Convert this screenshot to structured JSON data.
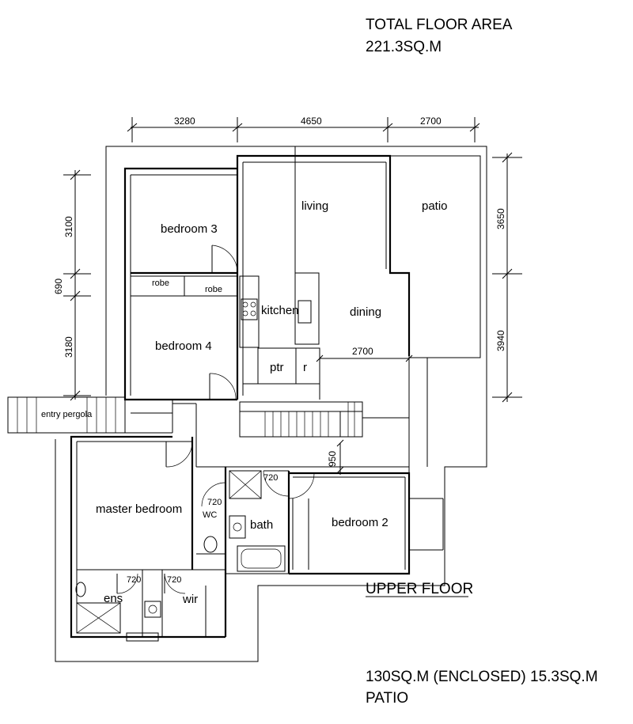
{
  "header": {
    "area_title": "TOTAL FLOOR AREA",
    "area_value": "221.3SQ.M"
  },
  "dimensions": {
    "top": [
      "3280",
      "4650",
      "2700"
    ],
    "left": [
      "3100",
      "690",
      "3180"
    ],
    "right": [
      "3650",
      "3940"
    ],
    "inner_dining": "2700",
    "inner_hall": "950",
    "door_widths": [
      "720",
      "720",
      "720",
      "720"
    ]
  },
  "rooms": {
    "bedroom3": "bedroom 3",
    "living": "living",
    "patio": "patio",
    "robe1": "robe",
    "robe2": "robe",
    "kitchen": "kitchen",
    "dining": "dining",
    "bedroom4": "bedroom 4",
    "ptr": "ptr",
    "r": "r",
    "entry": "entry pergola",
    "master": "master bedroom",
    "wc": "WC",
    "bath": "bath",
    "bedroom2": "bedroom 2",
    "ens": "ens",
    "wir": "wir"
  },
  "footer": {
    "floor_label": "UPPER FLOOR",
    "area_line": "130SQ.M (ENCLOSED) 15.3SQ.M",
    "area_line2": "PATIO"
  }
}
